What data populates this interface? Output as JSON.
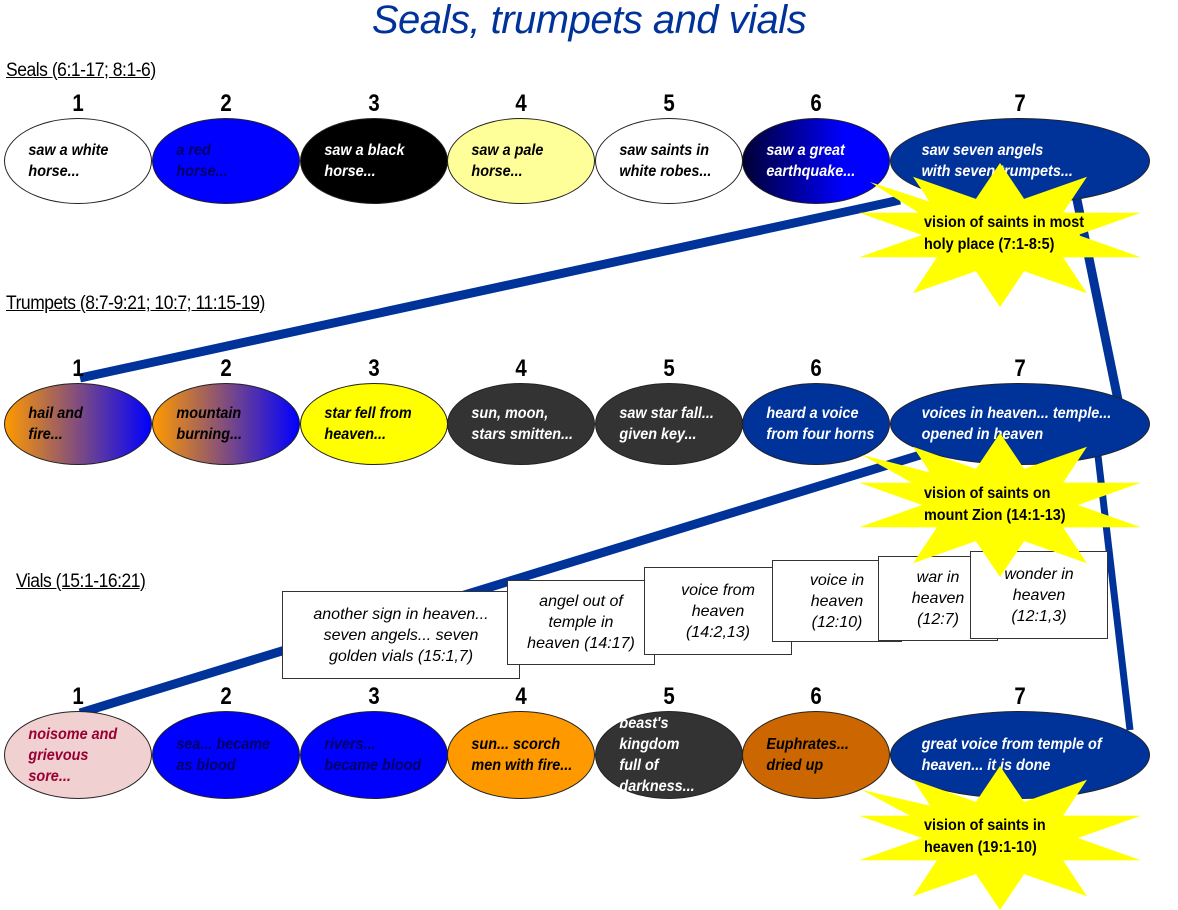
{
  "title": "Seals, trumpets and vials",
  "colors": {
    "title": "#003399",
    "connector": "#003399",
    "burst": "#ffff00"
  },
  "seals": {
    "label": "Seals (6:1-17; 8:1-6)",
    "items": [
      {
        "n": "1",
        "text": "saw a white\nhorse...",
        "fill": "#ffffff",
        "text_color": "#000000"
      },
      {
        "n": "2",
        "text": "a red\nhorse...",
        "fill": "#0000ff",
        "text_color": "#000066"
      },
      {
        "n": "3",
        "text": "saw a black\nhorse...",
        "fill": "#000000",
        "text_color": "#ffffff"
      },
      {
        "n": "4",
        "text": "saw a pale\nhorse...",
        "fill": "#ffff99",
        "text_color": "#000000"
      },
      {
        "n": "5",
        "text": "saw saints in\nwhite robes...",
        "fill": "#ffffff",
        "text_color": "#000000"
      },
      {
        "n": "6",
        "text": "saw a great\nearthquake...",
        "fill": "linear-gradient(90deg,#000033,#0000ff 70%)",
        "text_color": "#ffffff"
      },
      {
        "n": "7",
        "text": "saw seven angels\nwith seven trumpets...",
        "fill": "#003399",
        "text_color": "#ffffff"
      }
    ],
    "burst": "vision of saints in most\nholy place (7:1-8:5)"
  },
  "trumpets": {
    "label": "Trumpets (8:7-9:21; 10:7; 11:15-19)",
    "items": [
      {
        "n": "1",
        "text": "hail and\nfire...",
        "fill": "linear-gradient(90deg,#ff9900,#0000ff)",
        "text_color": "#000000"
      },
      {
        "n": "2",
        "text": "mountain\nburning...",
        "fill": "linear-gradient(90deg,#ff9900,#0000ff)",
        "text_color": "#000000"
      },
      {
        "n": "3",
        "text": "star fell from\nheaven...",
        "fill": "#ffff00",
        "text_color": "#000000"
      },
      {
        "n": "4",
        "text": "sun, moon,\nstars smitten...",
        "fill": "#333333",
        "text_color": "#ffffff"
      },
      {
        "n": "5",
        "text": "saw star fall...\ngiven key...",
        "fill": "#333333",
        "text_color": "#ffffff"
      },
      {
        "n": "6",
        "text": "heard a voice\nfrom four horns",
        "fill": "#003399",
        "text_color": "#ffffff"
      },
      {
        "n": "7",
        "text": "voices in heaven... temple...\nopened in heaven",
        "fill": "#003399",
        "text_color": "#ffffff"
      }
    ],
    "burst": "vision of saints on\nmount Zion (14:1-13)"
  },
  "vials": {
    "label": "Vials (15:1-16:21)",
    "items": [
      {
        "n": "1",
        "text": "noisome and\ngrievous\nsore...",
        "fill": "#f0d0d0",
        "text_color": "#990033"
      },
      {
        "n": "2",
        "text": "sea... became\nas blood",
        "fill": "#0000ff",
        "text_color": "#000066"
      },
      {
        "n": "3",
        "text": "rivers...\nbecame blood",
        "fill": "#0000ff",
        "text_color": "#000066"
      },
      {
        "n": "4",
        "text": "sun... scorch\nmen with fire...",
        "fill": "#ff9900",
        "text_color": "#000000"
      },
      {
        "n": "5",
        "text": "beast's kingdom\nfull of darkness...",
        "fill": "#333333",
        "text_color": "#ffffff"
      },
      {
        "n": "6",
        "text": "Euphrates...\ndried up",
        "fill": "#cc6600",
        "text_color": "#000000"
      },
      {
        "n": "7",
        "text": "great voice from temple of\nheaven... it is done",
        "fill": "#003399",
        "text_color": "#ffffff"
      }
    ],
    "burst": "vision of saints in\nheaven (19:1-10)"
  },
  "interlude_boxes": [
    {
      "text": "another sign in heaven...\nseven angels... seven\ngolden vials (15:1,7)"
    },
    {
      "text": "angel out of\ntemple in\nheaven (14:17)"
    },
    {
      "text": "voice from\nheaven\n(14:2,13)"
    },
    {
      "text": "voice in\nheaven\n(12:10)"
    },
    {
      "text": "war in\nheaven\n(12:7)"
    },
    {
      "text": "wonder in\nheaven\n(12:1,3)"
    }
  ]
}
